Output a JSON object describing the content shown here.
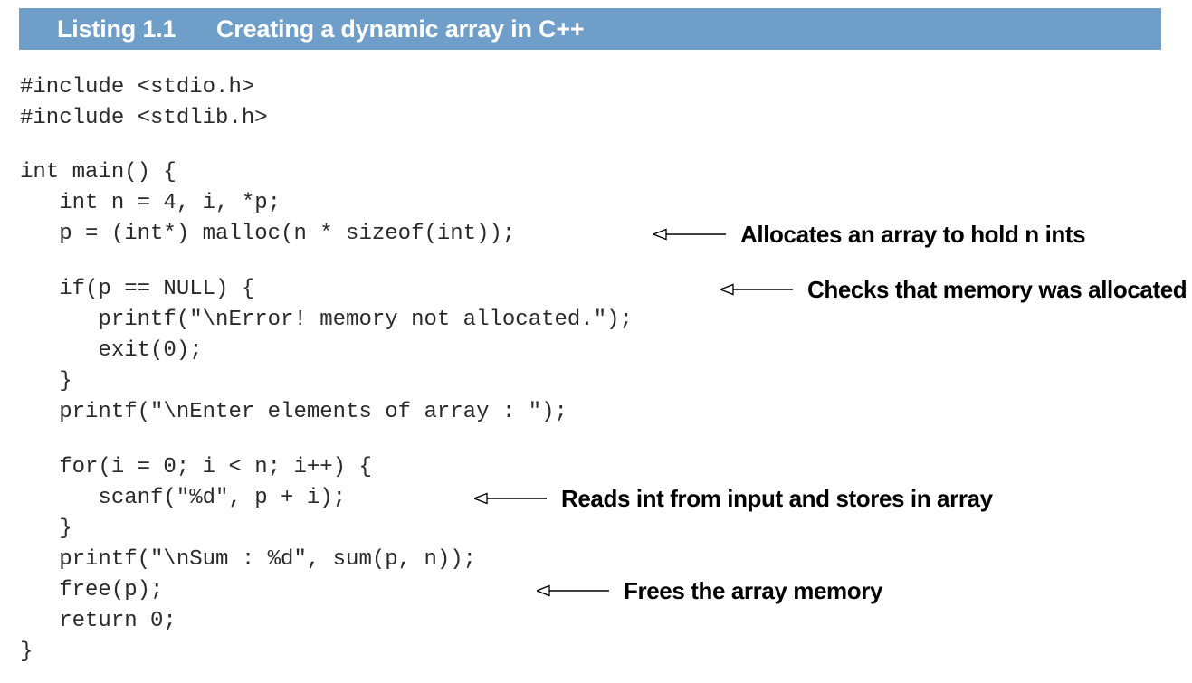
{
  "listing": {
    "label": "Listing 1.1",
    "title": "Creating a dynamic array in C++"
  },
  "code_lines": [
    "#include <stdio.h>",
    "#include <stdlib.h>",
    "int main() {",
    "   int n = 4, i, *p;",
    "   p = (int*) malloc(n * sizeof(int));",
    "   if(p == NULL) {",
    "      printf(\"\\nError! memory not allocated.\");",
    "      exit(0);",
    "   }",
    "   printf(\"\\nEnter elements of array : \");",
    "   for(i = 0; i < n; i++) {",
    "      scanf(\"%d\", p + i);",
    "   }",
    "   printf(\"\\nSum : %d\", sum(p, n));",
    "   free(p);",
    "   return 0;",
    "}"
  ],
  "annotations": [
    "Allocates an array to hold n ints",
    "Checks that memory was allocated",
    "Reads int from input and stores in array",
    "Frees the array memory"
  ]
}
